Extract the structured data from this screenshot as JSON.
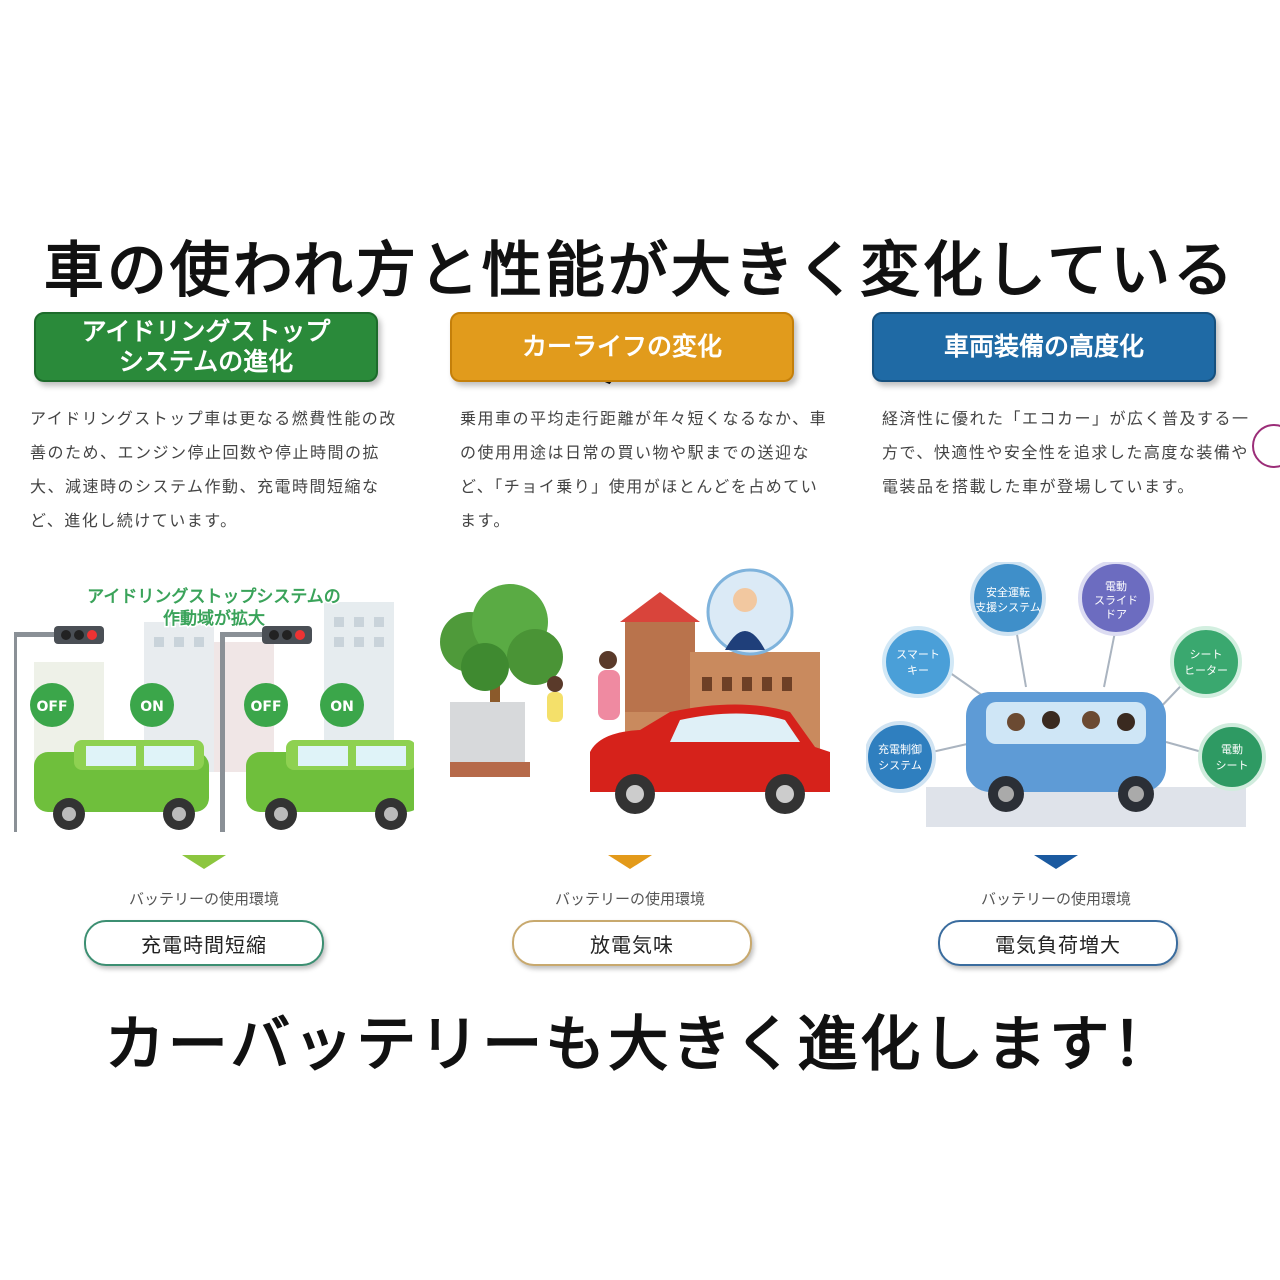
{
  "headline_top": "車の使われ方と性能が大きく変化している今…",
  "headline_bottom": "カーバッテリーも大きく進化します！",
  "columns": [
    {
      "badge": "アイドリングストップ\nシステムの進化",
      "description": "アイドリングストップ車は更なる燃費性能の改善のため、エンジン停止回数や停止時間の拡大、減速時のシステム作動、充電時間短縮など、進化し続けています。",
      "illustration": {
        "caption_line1": "アイドリングストップシステムの",
        "caption_line2": "作動域が拡大",
        "bubble_off": "OFF",
        "bubble_on": "ON"
      },
      "env_label": "バッテリーの使用環境",
      "result": "充電時間短縮",
      "color": "#2a8a3a"
    },
    {
      "badge": "カーライフの変化",
      "description": "乗用車の平均走行距離が年々短くなるなか、車の使用用途は日常の買い物や駅までの送迎など、「チョイ乗り」使用がほとんどを占めています。",
      "env_label": "バッテリーの使用環境",
      "result": "放電気味",
      "color": "#e19b1c"
    },
    {
      "badge": "車両装備の高度化",
      "description": "経済性に優れた「エコカー」が広く普及する一方で、快適性や安全性を追求した高度な装備や電装品を搭載した車が登場しています。",
      "illustration": {
        "features": [
          {
            "label": "安全運転\n支援システム",
            "color": "#3f8fc9"
          },
          {
            "label": "電動\nスライド\nドア",
            "color": "#6c6cc0"
          },
          {
            "label": "スマート\nキー",
            "color": "#4a9fd8"
          },
          {
            "label": "シート\nヒーター",
            "color": "#3aa86f"
          },
          {
            "label": "充電制御\nシステム",
            "color": "#2f7fbf"
          },
          {
            "label": "電動\nシート",
            "color": "#2e9a63"
          }
        ]
      },
      "env_label": "バッテリーの使用環境",
      "result": "電気負荷増大",
      "color": "#1f6aa5"
    }
  ]
}
